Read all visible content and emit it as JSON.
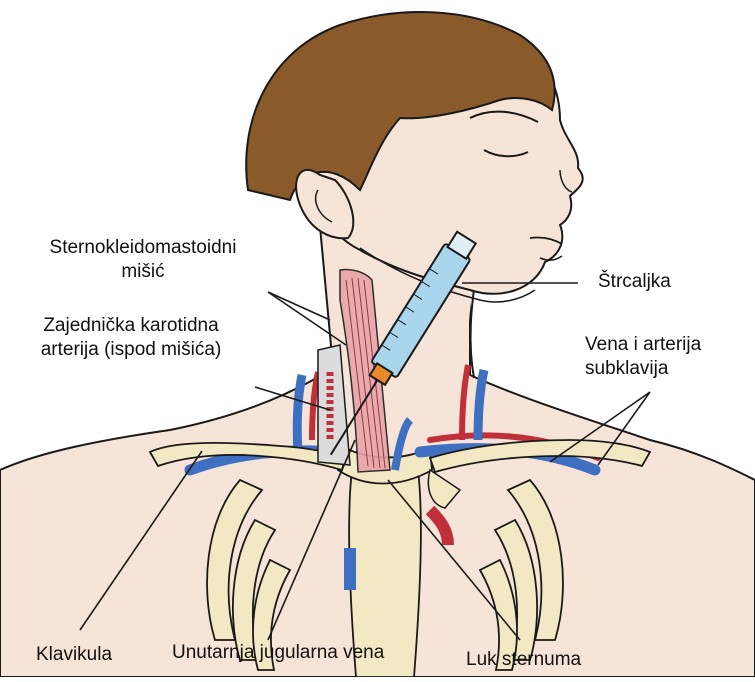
{
  "labels": {
    "scm_line1": "Sternokleidomastoidni",
    "scm_line2": "mišić",
    "carotid_line1": "Zajednička karotidna",
    "carotid_line2": "arterija (ispod mišića)",
    "syringe": "Štrcaljka",
    "subclavian_line1": "Vena i arterija",
    "subclavian_line2": "subklavija",
    "clavicle": "Klavikula",
    "jugular": "Unutarnja jugularna vena",
    "sternal_notch": "Luk sternuma"
  },
  "colors": {
    "skin": "#f6e4d8",
    "outline": "#1a1a1a",
    "hair": "#8b5a2b",
    "bone": "#f2e9c4",
    "vein": "#3f6fc0",
    "artery": "#c0303a",
    "muscle": "#e9a3a8",
    "syringe_barrel": "#a9d6ec",
    "needle_hub": "#e88a2a"
  }
}
